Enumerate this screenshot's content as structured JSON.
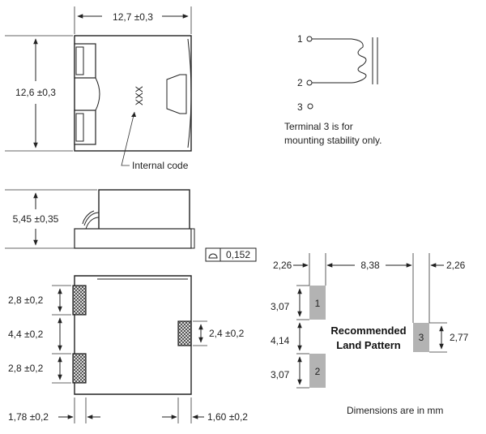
{
  "top_view": {
    "width_dim": "12,7 ±0,3",
    "height_dim": "12,6 ±0,3",
    "marking": "XXX",
    "marking_label": "Internal code"
  },
  "side_view": {
    "height_dim": "5,45 ±0,35",
    "flatness": "0,152"
  },
  "bottom_view": {
    "pad_top_dim": "2,8 ±0,2",
    "pad_gap_dim": "4,4 ±0,2",
    "pad_bottom_dim": "2,8 ±0,2",
    "right_pad_dim": "2,4 ±0,2",
    "left_width_dim": "1,78 ±0,2",
    "right_width_dim": "1,60 ±0,2"
  },
  "schematic": {
    "pin1": "1",
    "pin2": "2",
    "pin3": "3",
    "note_line1": "Terminal 3 is for",
    "note_line2": "mounting stability only."
  },
  "land_pattern": {
    "title_line1": "Recommended",
    "title_line2": "Land Pattern",
    "left_width": "2,26",
    "span": "8,38",
    "right_width": "2,26",
    "pad1_height": "3,07",
    "gap_height": "4,14",
    "pad2_height": "3,07",
    "pad3_height": "2,77",
    "pad1_label": "1",
    "pad2_label": "2",
    "pad3_label": "3"
  },
  "footer": {
    "units_note": "Dimensions are in mm"
  }
}
